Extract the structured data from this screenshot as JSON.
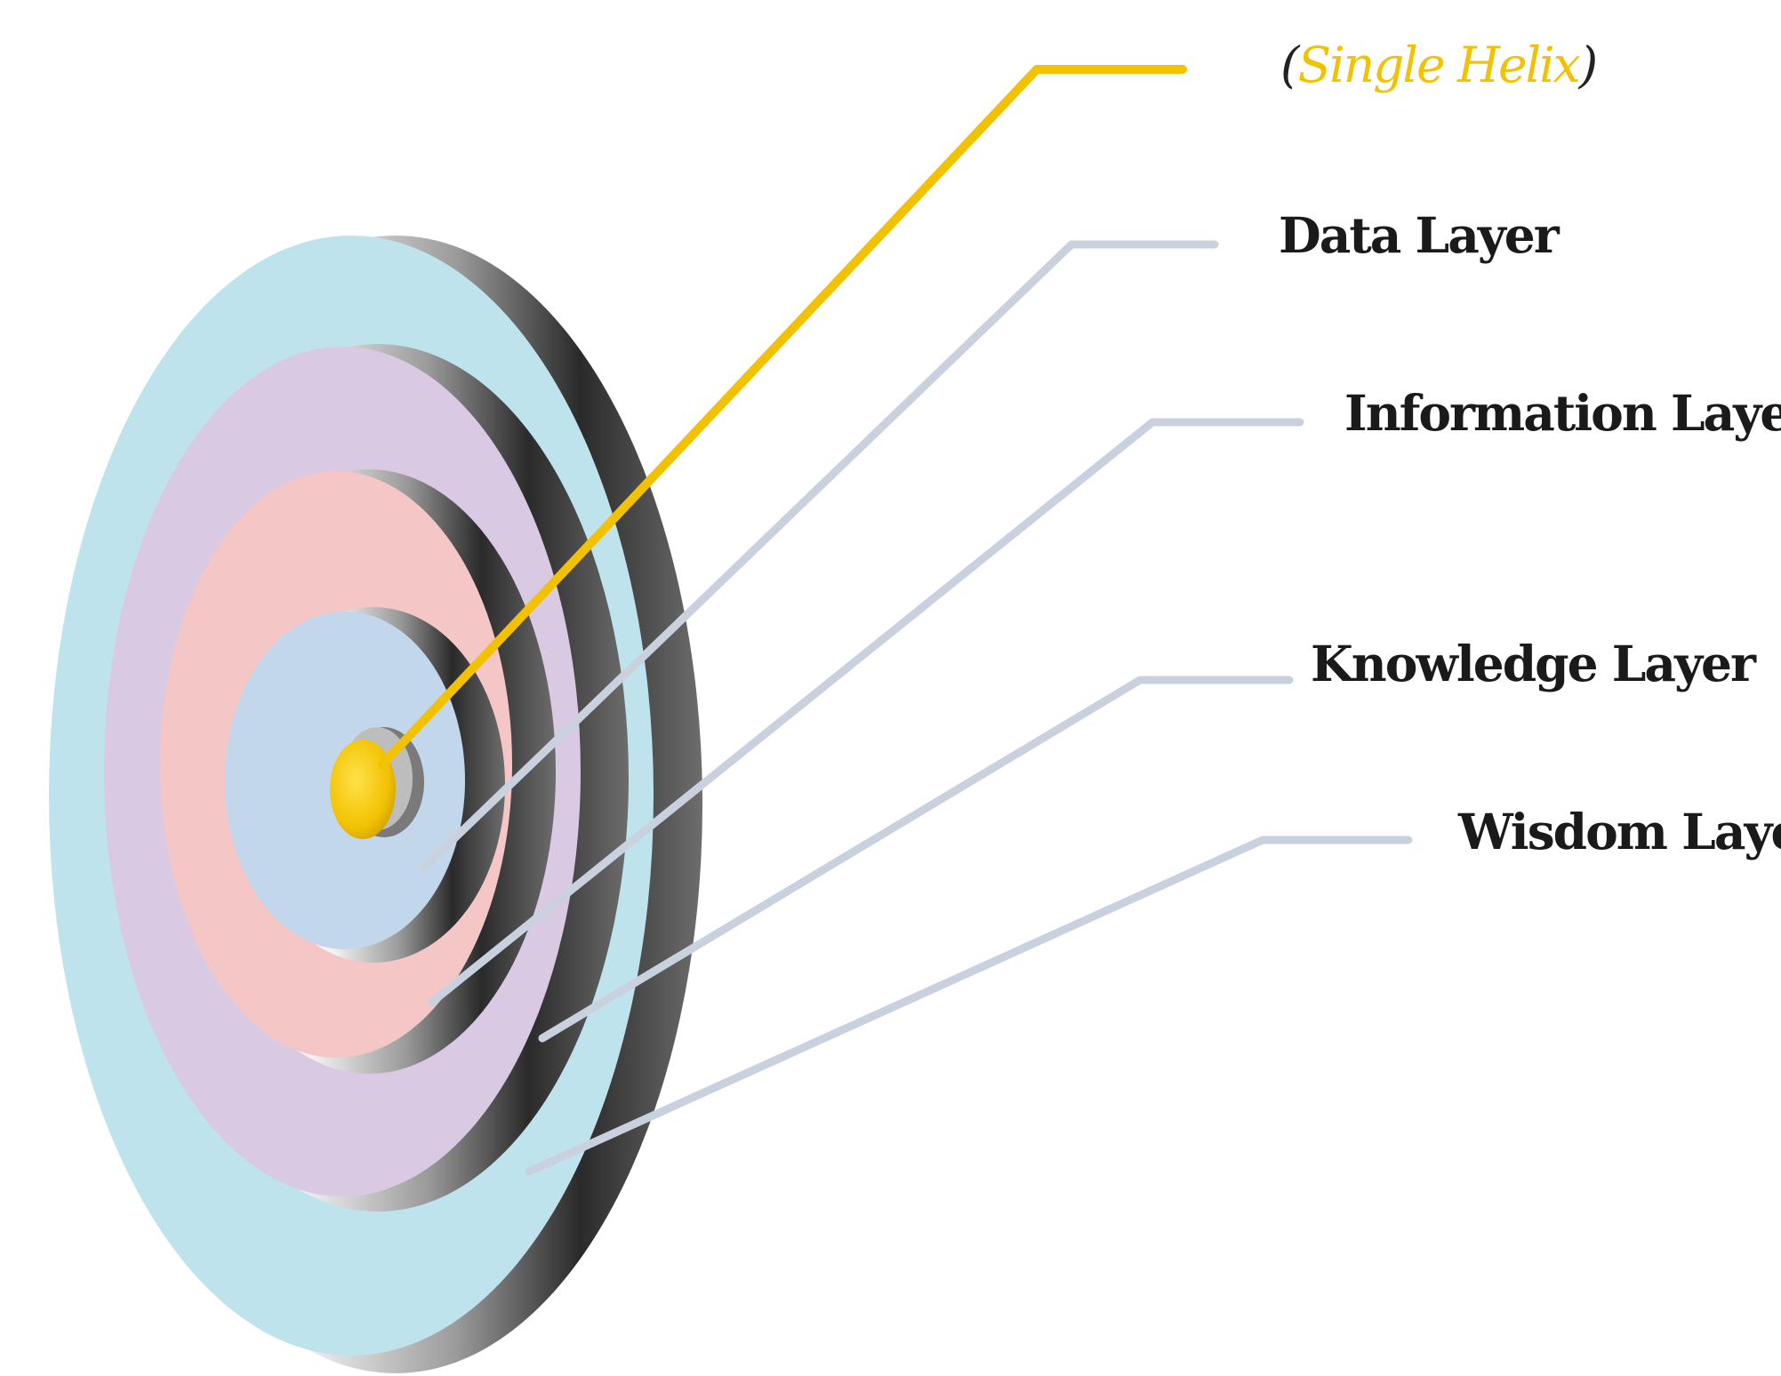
{
  "diagram": {
    "layers": [
      {
        "id": "core",
        "label": "Single Helix",
        "color": "#f2c200"
      },
      {
        "id": "data",
        "label": "Data Layer",
        "color": "#c3d7ec"
      },
      {
        "id": "information",
        "label": "Information Layer",
        "color": "#f4c6c5"
      },
      {
        "id": "knowledge",
        "label": "Knowledge Layer",
        "color": "#dac9e3"
      },
      {
        "id": "wisdom",
        "label": "Wisdom Layer",
        "color": "#bfe3ed"
      }
    ],
    "leader_colors": {
      "core": "#f2c200",
      "layer": "#c9d1df"
    },
    "paren_open": "(",
    "paren_close": ")"
  }
}
